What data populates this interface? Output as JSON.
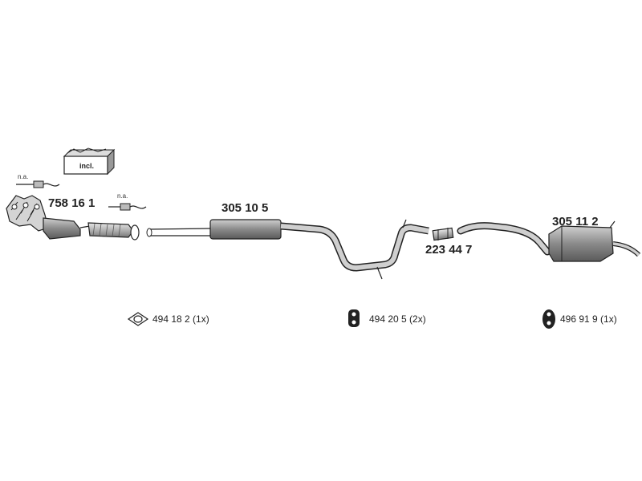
{
  "parts": {
    "manifold_cat": "758 16 1",
    "front_muffler": "305 10 5",
    "connector": "223 44 7",
    "rear_muffler": "305 11 2"
  },
  "kit_box": {
    "label": "incl."
  },
  "sensors": {
    "sensor_1_note": "n.a.",
    "sensor_2_note": "n.a."
  },
  "accessories": [
    {
      "code": "494 18 2 (1x)",
      "icon": "flange-gasket-icon"
    },
    {
      "code": "494 20 5 (2x)",
      "icon": "rubber-hanger-icon"
    },
    {
      "code": "496 91 9 (1x)",
      "icon": "rubber-mount-icon"
    }
  ],
  "colors": {
    "pipe_fill": "#c9c9c9",
    "pipe_stroke": "#2a2a2a",
    "muffler_fill": "#888888"
  }
}
